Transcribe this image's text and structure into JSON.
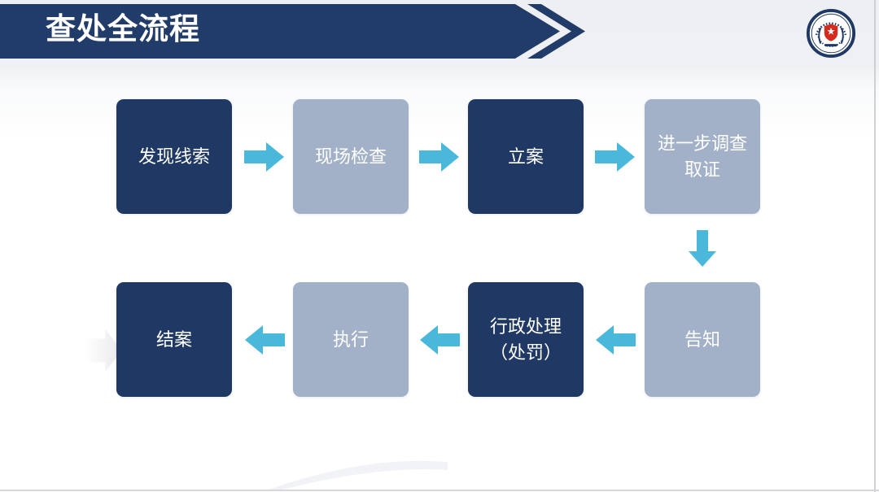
{
  "header": {
    "title": "查处全流程",
    "logo_icon": "government-agency-badge",
    "banner_decoration_icon": "double-chevron"
  },
  "flow_steps": [
    {
      "label": "发现线索",
      "emphasis": "dark"
    },
    {
      "label": "现场检查",
      "emphasis": "light"
    },
    {
      "label": "立案",
      "emphasis": "dark"
    },
    {
      "label": "进一步调查\n取证",
      "emphasis": "light"
    },
    {
      "label": "告知",
      "emphasis": "light"
    },
    {
      "label": "行政处理\n（处罚）",
      "emphasis": "dark"
    },
    {
      "label": "执行",
      "emphasis": "light"
    },
    {
      "label": "结案",
      "emphasis": "dark"
    }
  ],
  "connectors": [
    {
      "from": "发现线索",
      "to": "现场检查",
      "direction": "right"
    },
    {
      "from": "现场检查",
      "to": "立案",
      "direction": "right"
    },
    {
      "from": "立案",
      "to": "进一步调查取证",
      "direction": "right"
    },
    {
      "from": "进一步调查取证",
      "to": "告知",
      "direction": "down"
    },
    {
      "from": "告知",
      "to": "行政处理（处罚）",
      "direction": "left"
    },
    {
      "from": "行政处理（处罚）",
      "to": "执行",
      "direction": "left"
    },
    {
      "from": "执行",
      "to": "结案",
      "direction": "left"
    }
  ],
  "colors": {
    "banner_navy": "#223C69",
    "dark_box": "#1F3864",
    "light_box": "#A2B1C8",
    "arrow_cyan": "#49B8DB",
    "title_text": "#FFFFFF",
    "box_text": "#FFFFFF",
    "emblem_red": "#D42B1E"
  }
}
